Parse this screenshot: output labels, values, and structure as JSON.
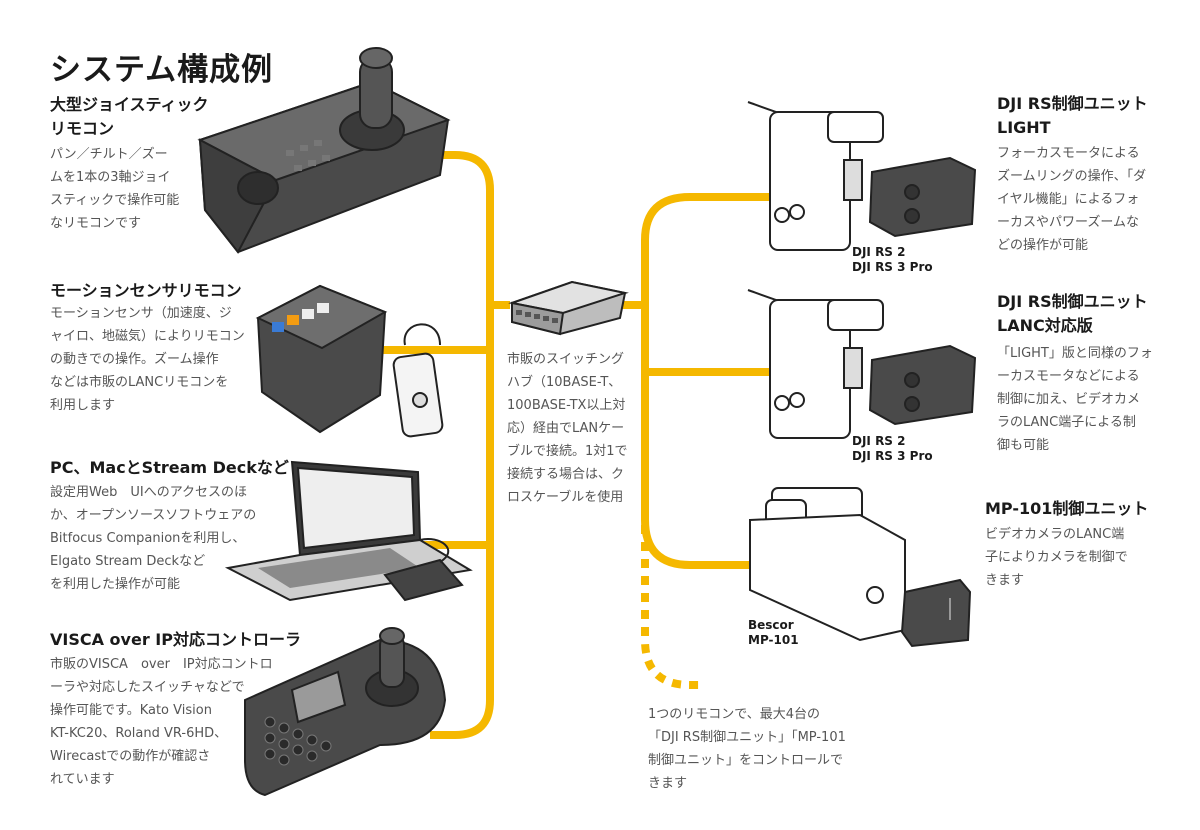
{
  "title": "システム構成例",
  "accent_color": "#F5B800",
  "left_items": [
    {
      "heading": [
        "大型ジョイスティック",
        "リモコン"
      ],
      "desc": [
        "パン／チルト／ズー",
        "ムを1本の3軸ジョイ",
        "スティックで操作可能",
        "なリモコンです"
      ],
      "icon": "large-joystick-controller"
    },
    {
      "heading": [
        "モーションセンサリモコン"
      ],
      "desc": [
        "モーションセンサ（加速度、ジ",
        "ャイロ、地磁気）によりリモコン",
        "の動きでの操作。ズーム操作",
        "などは市販のLANCリモコンを",
        "利用します"
      ],
      "icon": "motion-sensor-remote"
    },
    {
      "heading": [
        "PC、MacとStream Deckなど"
      ],
      "desc": [
        "設定用Web　UIへのアクセスのほ",
        "か、オープンソースソフトウェアの",
        "Bitfocus Companionを利用し、",
        "Elgato Stream Deckなど",
        "を利用した操作が可能"
      ],
      "icon": "laptop-stream-deck"
    },
    {
      "heading": [
        "VISCA over IP対応コントローラ"
      ],
      "desc": [
        "市販のVISCA　over　IP対応コントロ",
        "ーラや対応したスイッチャなどで",
        "操作可能です。Kato Vision",
        "KT-KC20、Roland VR-6HD、",
        "Wirecastでの動作が確認さ",
        "れています"
      ],
      "icon": "visca-controller"
    }
  ],
  "hub": {
    "desc": [
      "市販のスイッチング",
      "ハブ（10BASE-T、",
      "100BASE-TX以上対",
      "応）経由でLANケー",
      "ブルで接続。1対1で",
      "接続する場合は、ク",
      "ロスケーブルを使用"
    ],
    "icon": "switching-hub"
  },
  "right_items": [
    {
      "heading": [
        "DJI RS制御ユニット",
        "LIGHT"
      ],
      "desc": [
        "フォーカスモータによる",
        "ズームリングの操作、「ダ",
        "イヤル機能」によるフォ",
        "ーカスやパワーズームな",
        "どの操作が可能"
      ],
      "device_label": [
        "DJI RS 2",
        "DJI RS 3 Pro"
      ],
      "icon": "dji-rs-gimbal"
    },
    {
      "heading": [
        "DJI RS制御ユニット",
        "LANC対応版"
      ],
      "desc": [
        "「LIGHT」版と同様のフォ",
        "ーカスモータなどによる",
        "制御に加え、ビデオカメ",
        "ラのLANC端子による制",
        "御も可能"
      ],
      "device_label": [
        "DJI RS 2",
        "DJI RS 3 Pro"
      ],
      "icon": "dji-rs-gimbal"
    },
    {
      "heading": [
        "MP-101制御ユニット"
      ],
      "desc": [
        "ビデオカメラのLANC端",
        "子によりカメラを制御で",
        "きます"
      ],
      "device_label": [
        "Bescor",
        "MP-101"
      ],
      "icon": "bescor-pan-head"
    }
  ],
  "note": [
    "1つのリモコンで、最大4台の",
    "「DJI RS制御ユニット」「MP-101",
    "制御ユニット」をコントロールで",
    "きます"
  ]
}
